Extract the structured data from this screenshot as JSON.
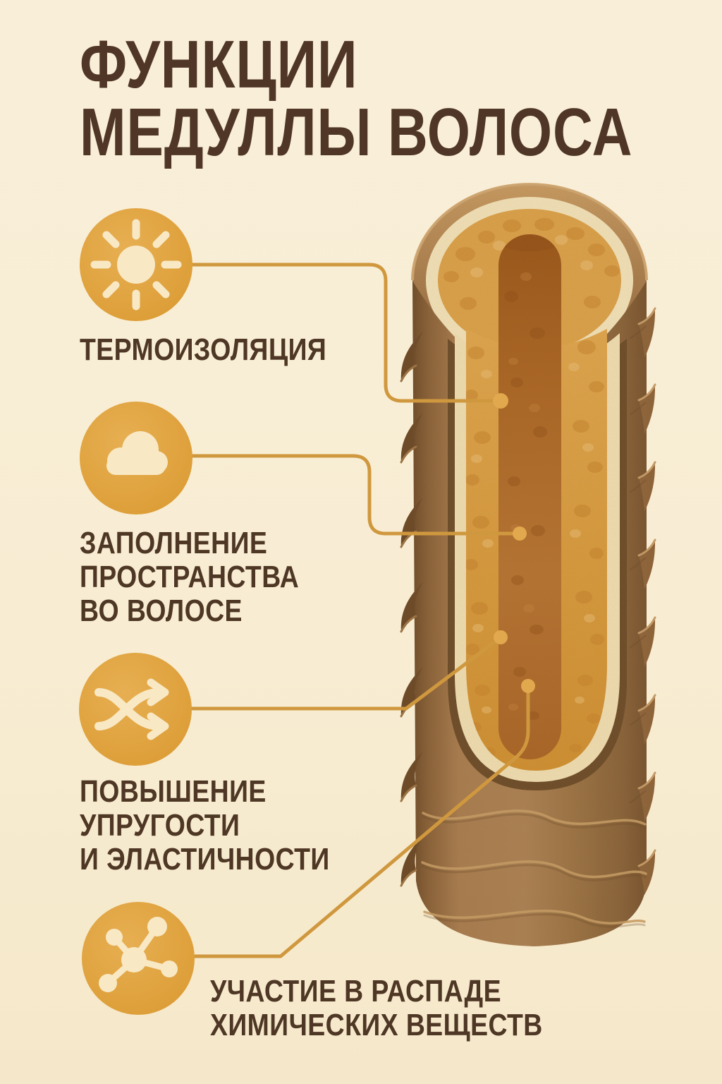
{
  "title": {
    "line1": "ФУНКЦИИ",
    "line2": "МЕДУЛЛЫ ВОЛОСА"
  },
  "features": [
    {
      "icon": "sun-icon",
      "label_lines": [
        "ТЕРМОИЗОЛЯЦИЯ"
      ]
    },
    {
      "icon": "cloud-icon",
      "label_lines": [
        "ЗАПОЛНЕНИЕ",
        "ПРОСТРАНСТВА",
        "ВО ВОЛОСЕ"
      ]
    },
    {
      "icon": "shuffle-arrows-icon",
      "label_lines": [
        "ПОВЫШЕНИЕ",
        "УПРУГОСТИ",
        "И ЭЛАСТИЧНОСТИ"
      ]
    },
    {
      "icon": "molecule-icon",
      "label_lines": [
        "УЧАСТИЕ В РАСПАДЕ",
        "ХИМИЧЕСКИХ ВЕЩЕСТВ"
      ]
    }
  ],
  "illustration": {
    "subject": "hair-shaft-cutaway"
  },
  "colors": {
    "background": "#f8edd3",
    "heading_text": "#503626",
    "label_text": "#4e3725",
    "accent_orange": "#e0a23e",
    "connector_line": "#d0983e",
    "icon_glyph": "#f8e8c4",
    "cuticle_brown": "#a07648",
    "cortex_gold": "#dca148",
    "medulla_brown": "#a86023",
    "cream_band": "#f4e3ba"
  }
}
